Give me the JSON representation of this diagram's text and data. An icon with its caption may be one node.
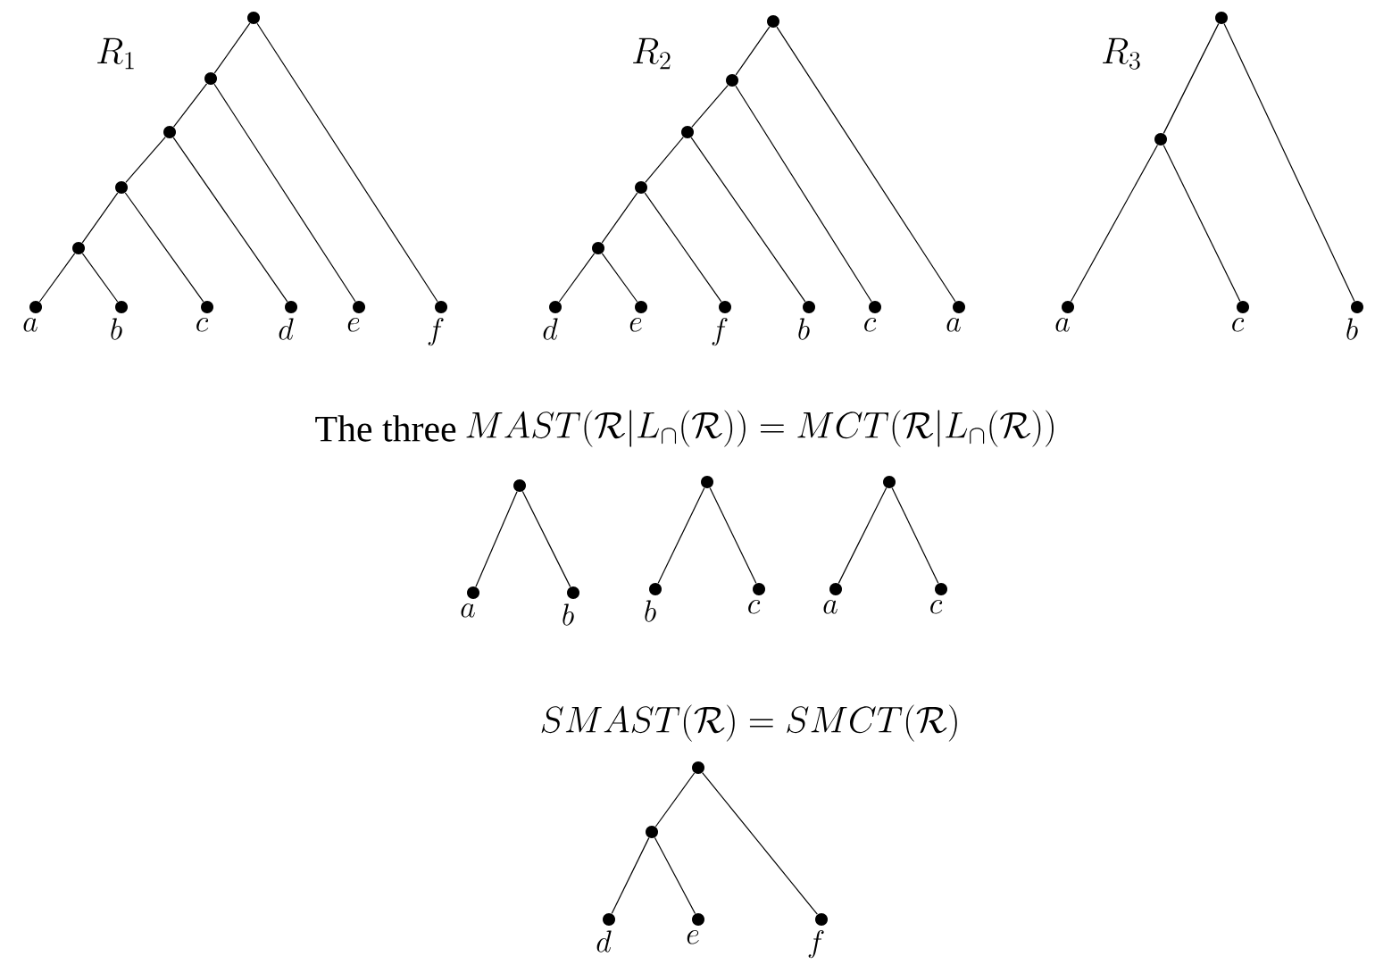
{
  "diagram": {
    "nodes": [
      {
        "text": [],
        "shape": "circle"
      },
      {
        "text": [],
        "shape": "circle"
      },
      {
        "text": [],
        "shape": "circle"
      },
      {
        "text": [],
        "shape": "circle"
      },
      {
        "text": [],
        "shape": "circle"
      },
      {
        "text": [],
        "shape": "circle",
        "beside": [
          "a"
        ]
      },
      {
        "text": [],
        "shape": "circle",
        "beside": [
          "b"
        ]
      },
      {
        "text": [],
        "shape": "circle",
        "beside": [
          "c"
        ]
      },
      {
        "text": [],
        "shape": "circle",
        "beside": [
          "d"
        ]
      },
      {
        "text": [],
        "shape": "circle",
        "beside": [
          "e"
        ]
      },
      {
        "text": [],
        "shape": "circle",
        "beside": [
          "f"
        ]
      },
      {
        "text": [],
        "shape": "circle"
      },
      {
        "text": [],
        "shape": "circle"
      },
      {
        "text": [],
        "shape": "circle"
      },
      {
        "text": [],
        "shape": "circle"
      },
      {
        "text": [],
        "shape": "circle"
      },
      {
        "text": [],
        "shape": "circle",
        "beside": [
          "d"
        ]
      },
      {
        "text": [],
        "shape": "circle",
        "beside": [
          "e"
        ]
      },
      {
        "text": [],
        "shape": "circle",
        "beside": [
          "f"
        ]
      },
      {
        "text": [],
        "shape": "circle",
        "beside": [
          "b"
        ]
      },
      {
        "text": [],
        "shape": "circle",
        "beside": [
          "c"
        ]
      },
      {
        "text": [],
        "shape": "circle",
        "beside": [
          "a"
        ]
      },
      {
        "text": [],
        "shape": "circle"
      },
      {
        "text": [],
        "shape": "circle"
      },
      {
        "text": [],
        "shape": "circle",
        "beside": [
          "a"
        ]
      },
      {
        "text": [],
        "shape": "circle",
        "beside": [
          "c"
        ]
      },
      {
        "text": [],
        "shape": "circle",
        "beside": [
          "b"
        ]
      },
      {
        "text": [],
        "shape": "circle"
      },
      {
        "text": [],
        "shape": "circle",
        "beside": [
          "a"
        ]
      },
      {
        "text": [],
        "shape": "circle",
        "beside": [
          "b"
        ]
      },
      {
        "text": [],
        "shape": "circle"
      },
      {
        "text": [],
        "shape": "circle",
        "beside": [
          "b"
        ]
      },
      {
        "text": [],
        "shape": "circle",
        "beside": [
          "c"
        ]
      },
      {
        "text": [],
        "shape": "circle"
      },
      {
        "text": [],
        "shape": "circle",
        "beside": [
          "a"
        ]
      },
      {
        "text": [],
        "shape": "circle",
        "beside": [
          "c"
        ]
      },
      {
        "text": [],
        "shape": "circle"
      },
      {
        "text": [],
        "shape": "circle"
      },
      {
        "text": [],
        "shape": "circle",
        "beside": [
          "d"
        ]
      },
      {
        "text": [],
        "shape": "circle",
        "beside": [
          "e"
        ]
      },
      {
        "text": [],
        "shape": "circle",
        "beside": [
          "f"
        ]
      }
    ],
    "edges": [
      {
        "from": 0,
        "to": 1,
        "arrow": "none"
      },
      {
        "from": 0,
        "to": 10,
        "arrow": "none"
      },
      {
        "from": 1,
        "to": 2,
        "arrow": "none"
      },
      {
        "from": 1,
        "to": 9,
        "arrow": "none"
      },
      {
        "from": 2,
        "to": 3,
        "arrow": "none"
      },
      {
        "from": 2,
        "to": 8,
        "arrow": "none"
      },
      {
        "from": 3,
        "to": 4,
        "arrow": "none"
      },
      {
        "from": 3,
        "to": 7,
        "arrow": "none"
      },
      {
        "from": 4,
        "to": 5,
        "arrow": "none"
      },
      {
        "from": 4,
        "to": 6,
        "arrow": "none"
      },
      {
        "from": 11,
        "to": 12,
        "arrow": "none"
      },
      {
        "from": 11,
        "to": 21,
        "arrow": "none"
      },
      {
        "from": 12,
        "to": 13,
        "arrow": "none"
      },
      {
        "from": 12,
        "to": 20,
        "arrow": "none"
      },
      {
        "from": 13,
        "to": 14,
        "arrow": "none"
      },
      {
        "from": 13,
        "to": 19,
        "arrow": "none"
      },
      {
        "from": 14,
        "to": 15,
        "arrow": "none"
      },
      {
        "from": 14,
        "to": 18,
        "arrow": "none"
      },
      {
        "from": 15,
        "to": 16,
        "arrow": "none"
      },
      {
        "from": 15,
        "to": 17,
        "arrow": "none"
      },
      {
        "from": 22,
        "to": 23,
        "arrow": "none"
      },
      {
        "from": 22,
        "to": 26,
        "arrow": "none"
      },
      {
        "from": 23,
        "to": 24,
        "arrow": "none"
      },
      {
        "from": 23,
        "to": 25,
        "arrow": "none"
      },
      {
        "from": 27,
        "to": 28,
        "arrow": "none"
      },
      {
        "from": 27,
        "to": 29,
        "arrow": "none"
      },
      {
        "from": 30,
        "to": 31,
        "arrow": "none"
      },
      {
        "from": 30,
        "to": 32,
        "arrow": "none"
      },
      {
        "from": 33,
        "to": 34,
        "arrow": "none"
      },
      {
        "from": 33,
        "to": 35,
        "arrow": "none"
      },
      {
        "from": 36,
        "to": 37,
        "arrow": "none"
      },
      {
        "from": 36,
        "to": 40,
        "arrow": "none"
      },
      {
        "from": 37,
        "to": 38,
        "arrow": "none"
      },
      {
        "from": 37,
        "to": 39,
        "arrow": "none"
      }
    ],
    "labels": [
      "R_1",
      "R_2",
      "R_3",
      "The three",
      "MAST(\\mathcal{R}|L_{\\cap}(\\mathcal{R})) = MCT(\\mathcal{R}|L_{\\cap}(\\mathcal{R}))",
      "SMAST(\\mathcal{R}) = SMCT(\\mathcal{R})"
    ]
  }
}
